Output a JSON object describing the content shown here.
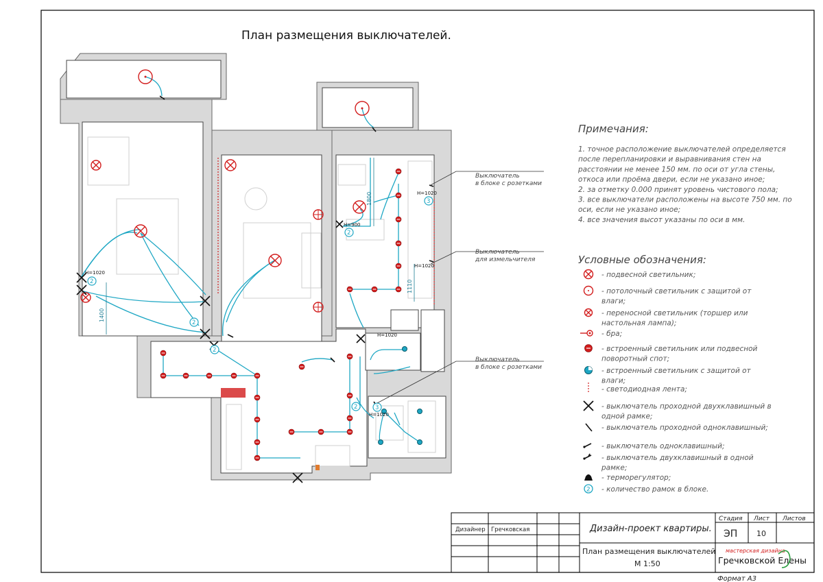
{
  "title": "План размещения выключателей.",
  "notes": {
    "heading": "Примечания:",
    "lines": [
      "1. точное расположение выключателей определяется",
      "после перепланировки и выравнивания стен на",
      "расстоянии не менее 150 мм. по оси от угла стены,",
      "откоса или проёма двери, если не указано иное;",
      "2. за отметку 0.000 принят уровень чистового пола;",
      "3. все выключатели расположены на высоте  750 мм. по",
      "оси, если не указано иное;",
      "4. все значения высот указаны по оси в мм."
    ]
  },
  "legend": {
    "heading": "Условные обозначения:",
    "items": [
      {
        "icon": "pendant-light-icon",
        "lines": [
          "- подвесной светильник;"
        ]
      },
      {
        "icon": "waterproof-ceiling-light-icon",
        "lines": [
          "- потолочный светильник с защитой от",
          "влаги;"
        ]
      },
      {
        "icon": "portable-lamp-icon",
        "lines": [
          "- переносной светильник (торшер или",
          "настольная лампа);"
        ]
      },
      {
        "icon": "wall-sconce-icon",
        "lines": [
          "- бра;"
        ]
      },
      {
        "icon": "recessed-spot-icon",
        "lines": [
          "- встроенный светильник или подвесной",
          "поворотный спот;"
        ]
      },
      {
        "icon": "waterproof-recessed-spot-icon",
        "lines": [
          "- встроенный светильник с защитой от",
          "влаги;"
        ]
      },
      {
        "icon": "led-strip-icon",
        "lines": [
          "- светодиодная лента;"
        ]
      },
      {
        "icon": "double-passthrough-switch-icon",
        "lines": [
          "- выключатель проходной двухклавишный в",
          "одной рамке;"
        ]
      },
      {
        "icon": "single-passthrough-switch-icon",
        "lines": [
          "- выключатель проходной одноклавишный;"
        ]
      },
      {
        "icon": "single-switch-icon",
        "lines": [
          "- выключатель  одноклавишный;"
        ]
      },
      {
        "icon": "double-switch-icon",
        "lines": [
          "- выключатель  двухклавишный в одной",
          "рамке;"
        ]
      },
      {
        "icon": "thermostat-icon",
        "lines": [
          "- терморегулятор;"
        ]
      },
      {
        "icon": "frame-count-icon",
        "lines": [
          "- количество рамок в блоке."
        ]
      }
    ]
  },
  "plan": {
    "callouts": [
      {
        "lines": [
          "Выключатель",
          "в блоке с розетками"
        ]
      },
      {
        "lines": [
          "Выключатель",
          "для измельчителя"
        ]
      },
      {
        "lines": [
          "Выключатель",
          "в блоке с розетками"
        ]
      }
    ],
    "dims": [
      "1400",
      "1800",
      "1110"
    ],
    "heights": [
      "H=1020",
      "H=900",
      "H=1020",
      "H=1020",
      "H=1020",
      "H=1020"
    ],
    "frame_counts": [
      "2",
      "2",
      "2",
      "2",
      "3",
      "2",
      "3"
    ]
  },
  "title_block": {
    "designer_label": "Дизайнер",
    "designer_name": "Гречковская",
    "project": "Дизайн-проект квартиры.",
    "stage_label": "Стадия",
    "sheet_label": "Лист",
    "sheets_label": "Листов",
    "stage": "ЭП",
    "sheet": "10",
    "sheets": "",
    "drawing_title": "План размещения выключателей",
    "scale": "М 1:50",
    "logo_top": "мастерская дизайна",
    "logo_name": "Гречковской Елены",
    "format": "Формат А3"
  },
  "colors": {
    "wire": "#1ea7c4",
    "fixture": "#d21d1d"
  }
}
